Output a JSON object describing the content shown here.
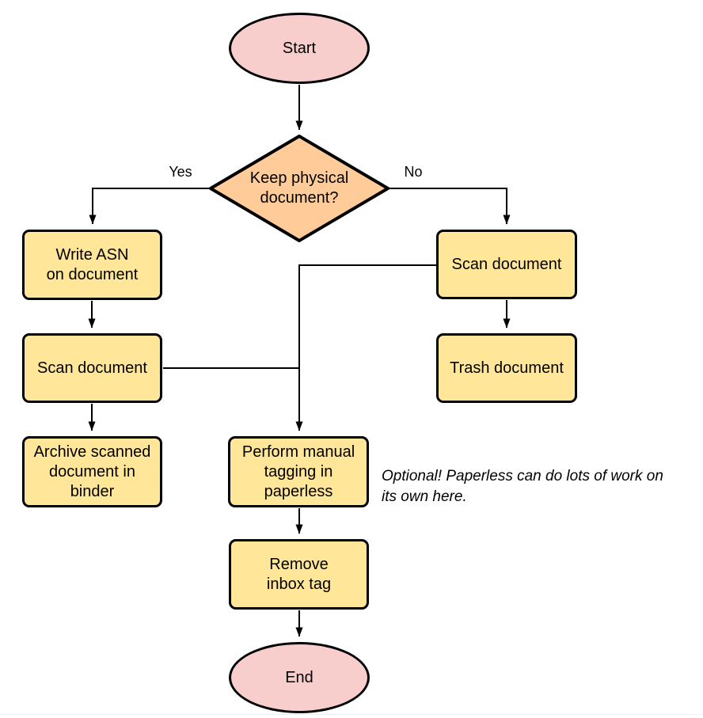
{
  "colors": {
    "terminal_fill": "#F8CECC",
    "decision_fill": "#FFCC99",
    "process_fill": "#FFE699",
    "stroke": "#000000"
  },
  "nodes": {
    "start": {
      "label": "Start"
    },
    "decision": {
      "label": "Keep physical\ndocument?"
    },
    "write_asn": {
      "label": "Write ASN\non document"
    },
    "scan_left": {
      "label": "Scan document"
    },
    "archive": {
      "label": "Archive scanned\ndocument in\nbinder"
    },
    "scan_right": {
      "label": "Scan document"
    },
    "trash": {
      "label": "Trash document"
    },
    "tagging": {
      "label": "Perform manual\ntagging in\npaperless"
    },
    "remove_inbox": {
      "label": "Remove\ninbox tag"
    },
    "end": {
      "label": "End"
    }
  },
  "edge_labels": {
    "yes": "Yes",
    "no": "No"
  },
  "annotation": "Optional! Paperless can do lots of work on\nits own here."
}
